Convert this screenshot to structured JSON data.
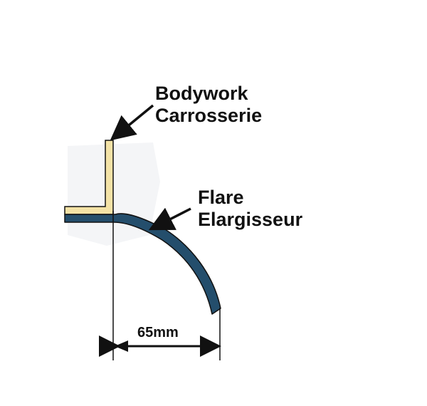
{
  "labels": {
    "bodywork": {
      "line1": "Bodywork",
      "line2": "Carrosserie"
    },
    "flare": {
      "line1": "Flare",
      "line2": "Elargisseur"
    }
  },
  "dimension": {
    "text": "65mm"
  },
  "colors": {
    "bodywork_fill": "#F3E2A6",
    "flare_fill": "#244E6C",
    "outline": "#111111",
    "background": "#FFFFFF"
  }
}
